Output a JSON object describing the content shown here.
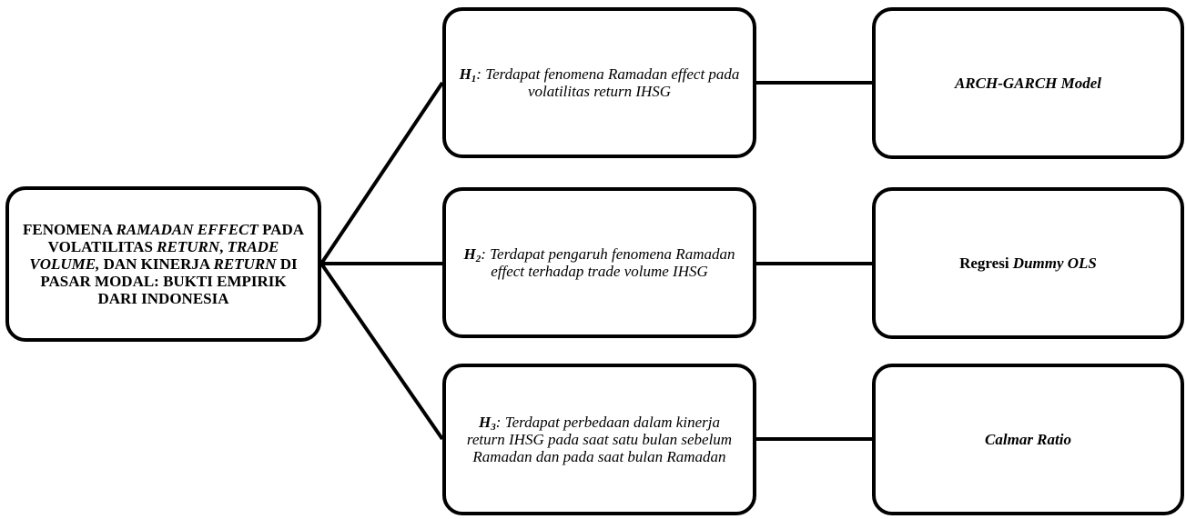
{
  "root": {
    "parts": [
      {
        "text": "FENOMENA ",
        "italic": false
      },
      {
        "text": "RAMADAN EFFECT",
        "italic": true
      },
      {
        "text": " PADA VOLATILITAS ",
        "italic": false
      },
      {
        "text": "RETURN",
        "italic": true
      },
      {
        "text": ", ",
        "italic": false
      },
      {
        "text": "TRADE VOLUME,",
        "italic": true
      },
      {
        "text": " DAN KINERJA ",
        "italic": false
      },
      {
        "text": "RETURN",
        "italic": true
      },
      {
        "text": " DI PASAR MODAL: BUKTI EMPIRIK DARI INDONESIA",
        "italic": false
      }
    ]
  },
  "hypotheses": [
    {
      "letter": "H",
      "sub": "1",
      "text": ": Terdapat fenomena Ramadan effect pada volatilitas return IHSG"
    },
    {
      "letter": "H",
      "sub": "2",
      "text": ": Terdapat pengaruh fenomena Ramadan effect terhadap trade volume IHSG"
    },
    {
      "letter": "H",
      "sub": "3",
      "text": ": Terdapat perbedaan dalam kinerja return IHSG pada saat satu bulan sebelum Ramadan dan pada saat bulan Ramadan"
    }
  ],
  "methods": [
    {
      "plain": "",
      "italic": "ARCH-GARCH Model"
    },
    {
      "plain": "Regresi ",
      "italic": "Dummy OLS"
    },
    {
      "plain": "",
      "italic": "Calmar Ratio"
    }
  ]
}
